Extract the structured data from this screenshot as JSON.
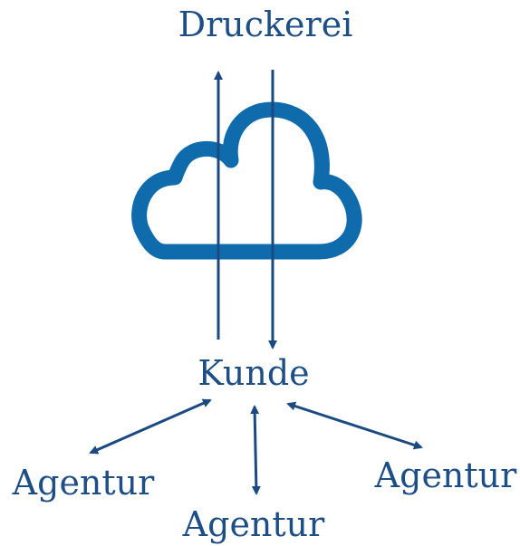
{
  "nodes": {
    "top": "Druckerei",
    "center": "Kunde",
    "agency_left": "Agentur",
    "agency_middle": "Agentur",
    "agency_right": "Agentur"
  },
  "icon": "cloud-icon",
  "colors": {
    "text": "#1e4e86",
    "arrow": "#1b4a83",
    "cloud": "#0f6bab"
  }
}
